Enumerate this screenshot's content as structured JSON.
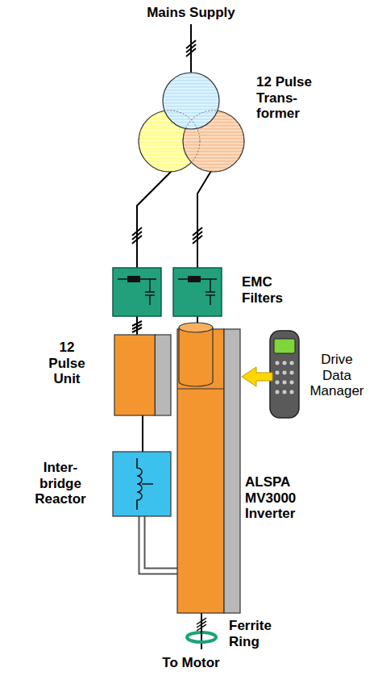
{
  "diagram": {
    "nodes": [
      {
        "text": [
          "12 Pulse Trans- former"
        ]
      },
      {
        "text": [
          "12 Pulse Unit"
        ]
      },
      {
        "text": [
          "Inter- bridge Reactor"
        ]
      },
      {
        "text": [
          "ALSPA MV3000 Inverter"
        ]
      }
    ],
    "edges": [
      {
        "from": 1,
        "to": 2,
        "arrow": "none"
      },
      {
        "from": 2,
        "to": 3,
        "arrow": "none"
      }
    ],
    "labels": [
      "Mains Supply",
      "EMC Filters",
      "Drive Data Manager",
      "Ferrite Ring",
      "To Motor"
    ]
  }
}
